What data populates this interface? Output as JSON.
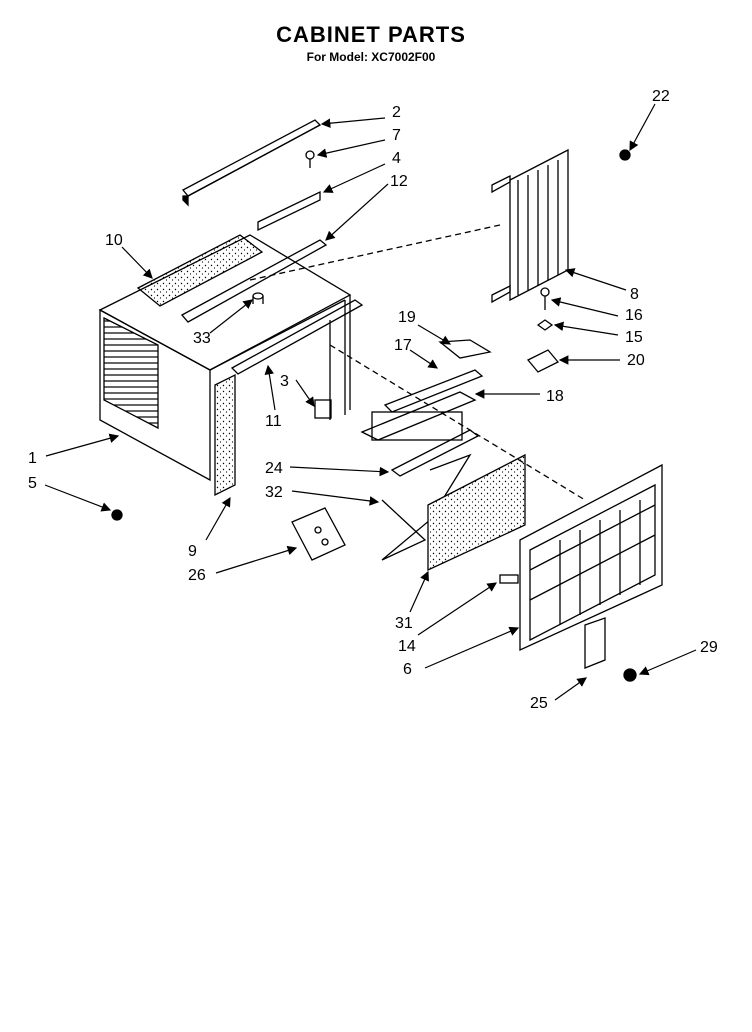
{
  "header": {
    "title": "CABINET PARTS",
    "subtitle": "For Model: XC7002F00"
  },
  "callouts": [
    {
      "id": "c2",
      "label": "2"
    },
    {
      "id": "c7",
      "label": "7"
    },
    {
      "id": "c4",
      "label": "4"
    },
    {
      "id": "c12",
      "label": "12"
    },
    {
      "id": "c10",
      "label": "10"
    },
    {
      "id": "c22",
      "label": "22"
    },
    {
      "id": "c8",
      "label": "8"
    },
    {
      "id": "c16",
      "label": "16"
    },
    {
      "id": "c15",
      "label": "15"
    },
    {
      "id": "c20",
      "label": "20"
    },
    {
      "id": "c19",
      "label": "19"
    },
    {
      "id": "c17",
      "label": "17"
    },
    {
      "id": "c18",
      "label": "18"
    },
    {
      "id": "c33",
      "label": "33"
    },
    {
      "id": "c3",
      "label": "3"
    },
    {
      "id": "c11",
      "label": "11"
    },
    {
      "id": "c1",
      "label": "1"
    },
    {
      "id": "c5",
      "label": "5"
    },
    {
      "id": "c24",
      "label": "24"
    },
    {
      "id": "c32",
      "label": "32"
    },
    {
      "id": "c9",
      "label": "9"
    },
    {
      "id": "c26",
      "label": "26"
    },
    {
      "id": "c31",
      "label": "31"
    },
    {
      "id": "c14",
      "label": "14"
    },
    {
      "id": "c6",
      "label": "6"
    },
    {
      "id": "c29",
      "label": "29"
    },
    {
      "id": "c25",
      "label": "25"
    }
  ]
}
